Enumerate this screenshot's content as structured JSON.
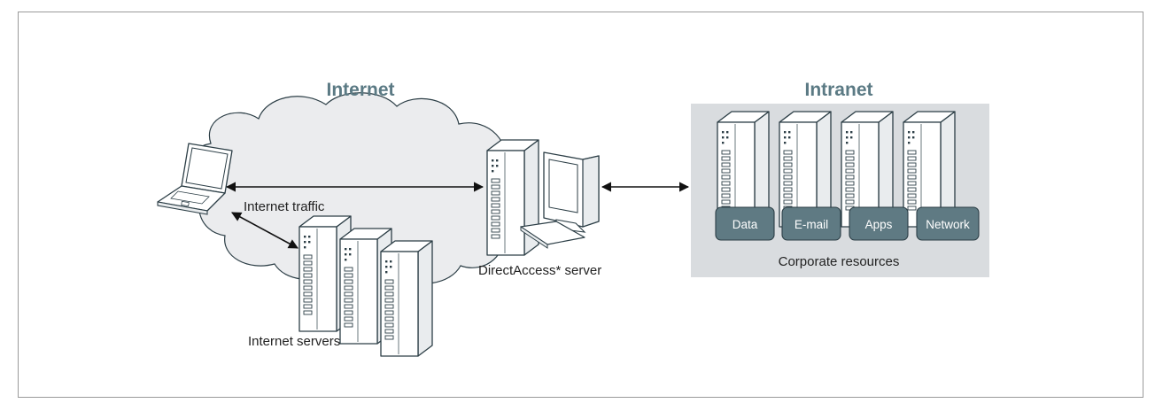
{
  "internet_label": "Internet",
  "intranet_label": "Intranet",
  "internet_traffic_label": "Internet traffic",
  "internet_servers_label": "Internet servers",
  "directaccess_label": "DirectAccess* server",
  "corporate_resources_label": "Corporate resources",
  "resources": [
    {
      "label": "Data"
    },
    {
      "label": "E-mail"
    },
    {
      "label": "Apps"
    },
    {
      "label": "Network"
    }
  ],
  "colors": {
    "heading": "#5b7a84",
    "tag_fill": "#5f7a83",
    "intranet_panel": "#d9dcdf",
    "cloud_fill": "#ebecee",
    "outline": "#2c3e46"
  }
}
